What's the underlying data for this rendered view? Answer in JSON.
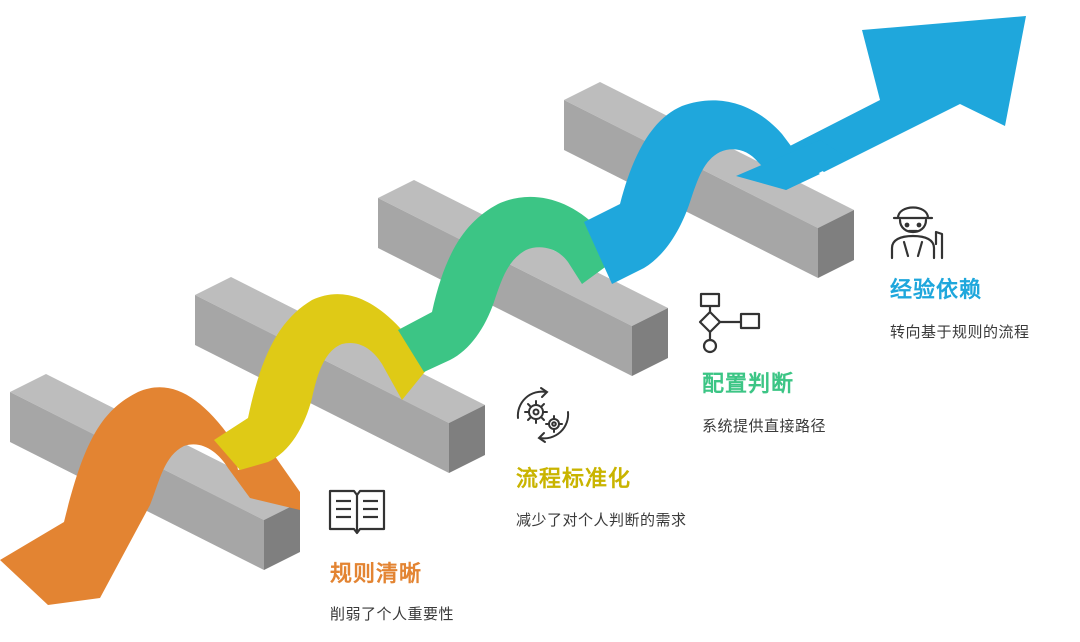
{
  "diagram": {
    "stages": [
      {
        "id": "stage-1",
        "title": "规则清晰",
        "description": "削弱了个人重要性",
        "color": "#E38432",
        "icon": "open-book-icon"
      },
      {
        "id": "stage-2",
        "title": "流程标准化",
        "description": "减少了对个人判断的需求",
        "color": "#DFCA16",
        "icon": "gears-cycle-icon"
      },
      {
        "id": "stage-3",
        "title": "配置判断",
        "description": "系统提供直接路径",
        "color": "#3CC585",
        "icon": "flowchart-icon"
      },
      {
        "id": "stage-4",
        "title": "经验依赖",
        "description": "转向基于规则的流程",
        "color": "#1FA7DC",
        "icon": "worker-icon"
      }
    ],
    "barrier_color": "#9E9E9E"
  }
}
